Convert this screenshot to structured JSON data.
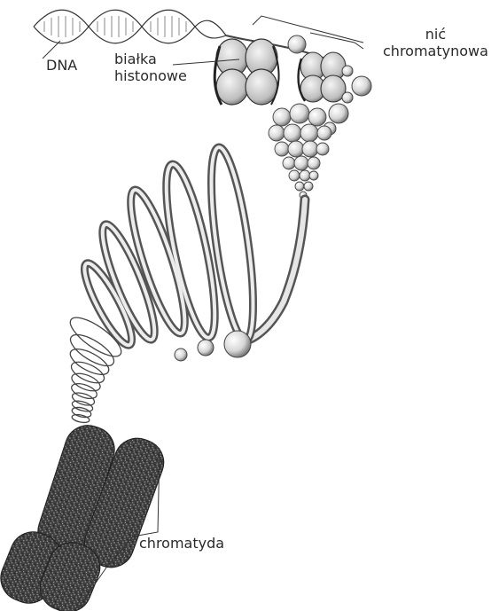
{
  "labels": {
    "dna": "DNA",
    "histone_proteins": [
      "białka",
      "histonowe"
    ],
    "chromatin_fiber": [
      "nić",
      "chromatynowa"
    ],
    "chromatid": "chromatyda"
  }
}
